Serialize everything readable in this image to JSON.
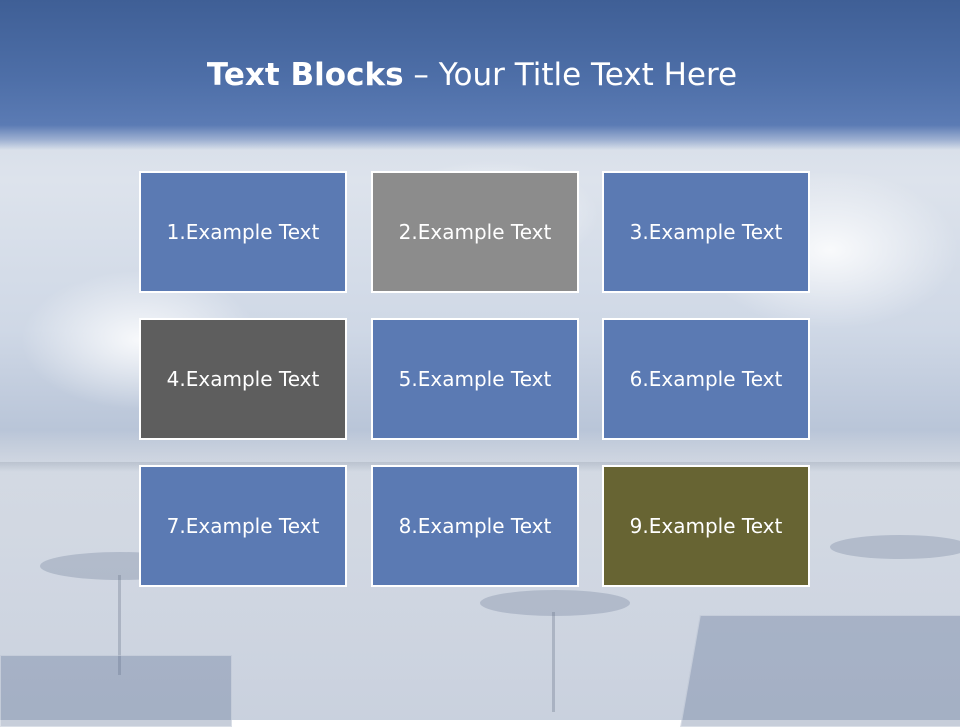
{
  "slide": {
    "title_bold": "Text Blocks",
    "title_dash": " – ",
    "title_rest": "Your Title Text Here"
  },
  "blocks": [
    {
      "label": "1.Example Text",
      "color": "#5b7ab3"
    },
    {
      "label": "2.Example Text",
      "color": "#8c8c8c"
    },
    {
      "label": "3.Example Text",
      "color": "#5b7ab3"
    },
    {
      "label": "4.Example Text",
      "color": "#5e5e5e"
    },
    {
      "label": "5.Example Text",
      "color": "#5b7ab3"
    },
    {
      "label": "6.Example Text",
      "color": "#5b7ab3"
    },
    {
      "label": "7.Example Text",
      "color": "#5b7ab3"
    },
    {
      "label": "8.Example Text",
      "color": "#5b7ab3"
    },
    {
      "label": "9.Example Text",
      "color": "#676433"
    }
  ]
}
